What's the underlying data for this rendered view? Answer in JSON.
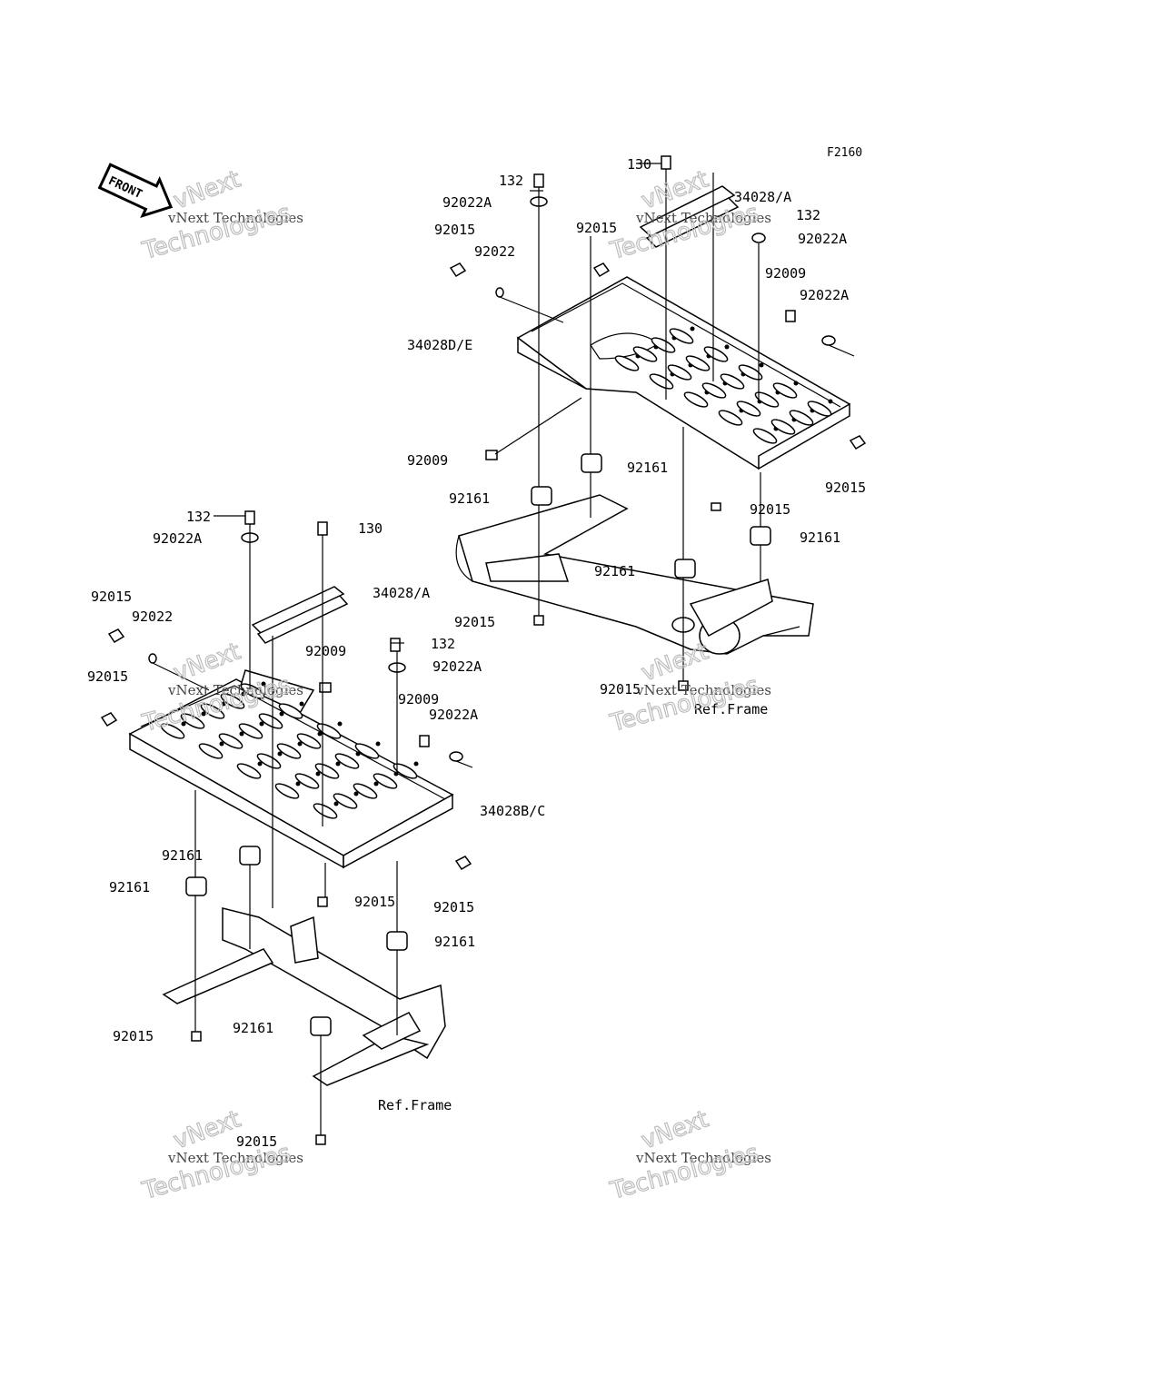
{
  "figure_code": "F2160",
  "front_arrow_label": "FRONT",
  "watermark": {
    "line1": "vNext Technologies",
    "line2": "vNext",
    "line3": "Technologies"
  },
  "upper_assembly": {
    "labels": {
      "bolt_130": "130",
      "bolt_132_a": "132",
      "washer_92022A_a": "92022A",
      "guard_34028A": "34028/A",
      "bolt_132_b": "132",
      "washer_92022A_b": "92022A",
      "nut_92015_a": "92015",
      "nut_92015_b": "92015",
      "washer_92022": "92022",
      "bolt_92009_a": "92009",
      "washer_92022A_c": "92022A",
      "carrier_34028DE": "34028D/E",
      "bolt_92009_b": "92009",
      "damper_92161_a": "92161",
      "damper_92161_b": "92161",
      "nut_92015_c": "92015",
      "nut_92015_d": "92015",
      "damper_92161_c": "92161",
      "damper_92161_d": "92161",
      "nut_92015_e": "92015",
      "nut_92015_f": "92015",
      "ref_frame": "Ref.Frame"
    }
  },
  "lower_assembly": {
    "labels": {
      "bolt_132_a": "132",
      "bolt_130": "130",
      "washer_92022A_a": "92022A",
      "guard_34028A": "34028/A",
      "nut_92015_a": "92015",
      "washer_92022": "92022",
      "bolt_92009_a": "92009",
      "nut_92015_b": "92015",
      "bolt_132_b": "132",
      "washer_92022A_b": "92022A",
      "bolt_92009_b": "92009",
      "washer_92022A_c": "92022A",
      "carrier_34028BC": "34028B/C",
      "damper_92161_a": "92161",
      "damper_92161_b": "92161",
      "nut_92015_c": "92015",
      "nut_92015_d": "92015",
      "damper_92161_c": "92161",
      "nut_92015_e": "92015",
      "damper_92161_d": "92161",
      "nut_92015_f": "92015",
      "ref_frame": "Ref.Frame"
    }
  }
}
